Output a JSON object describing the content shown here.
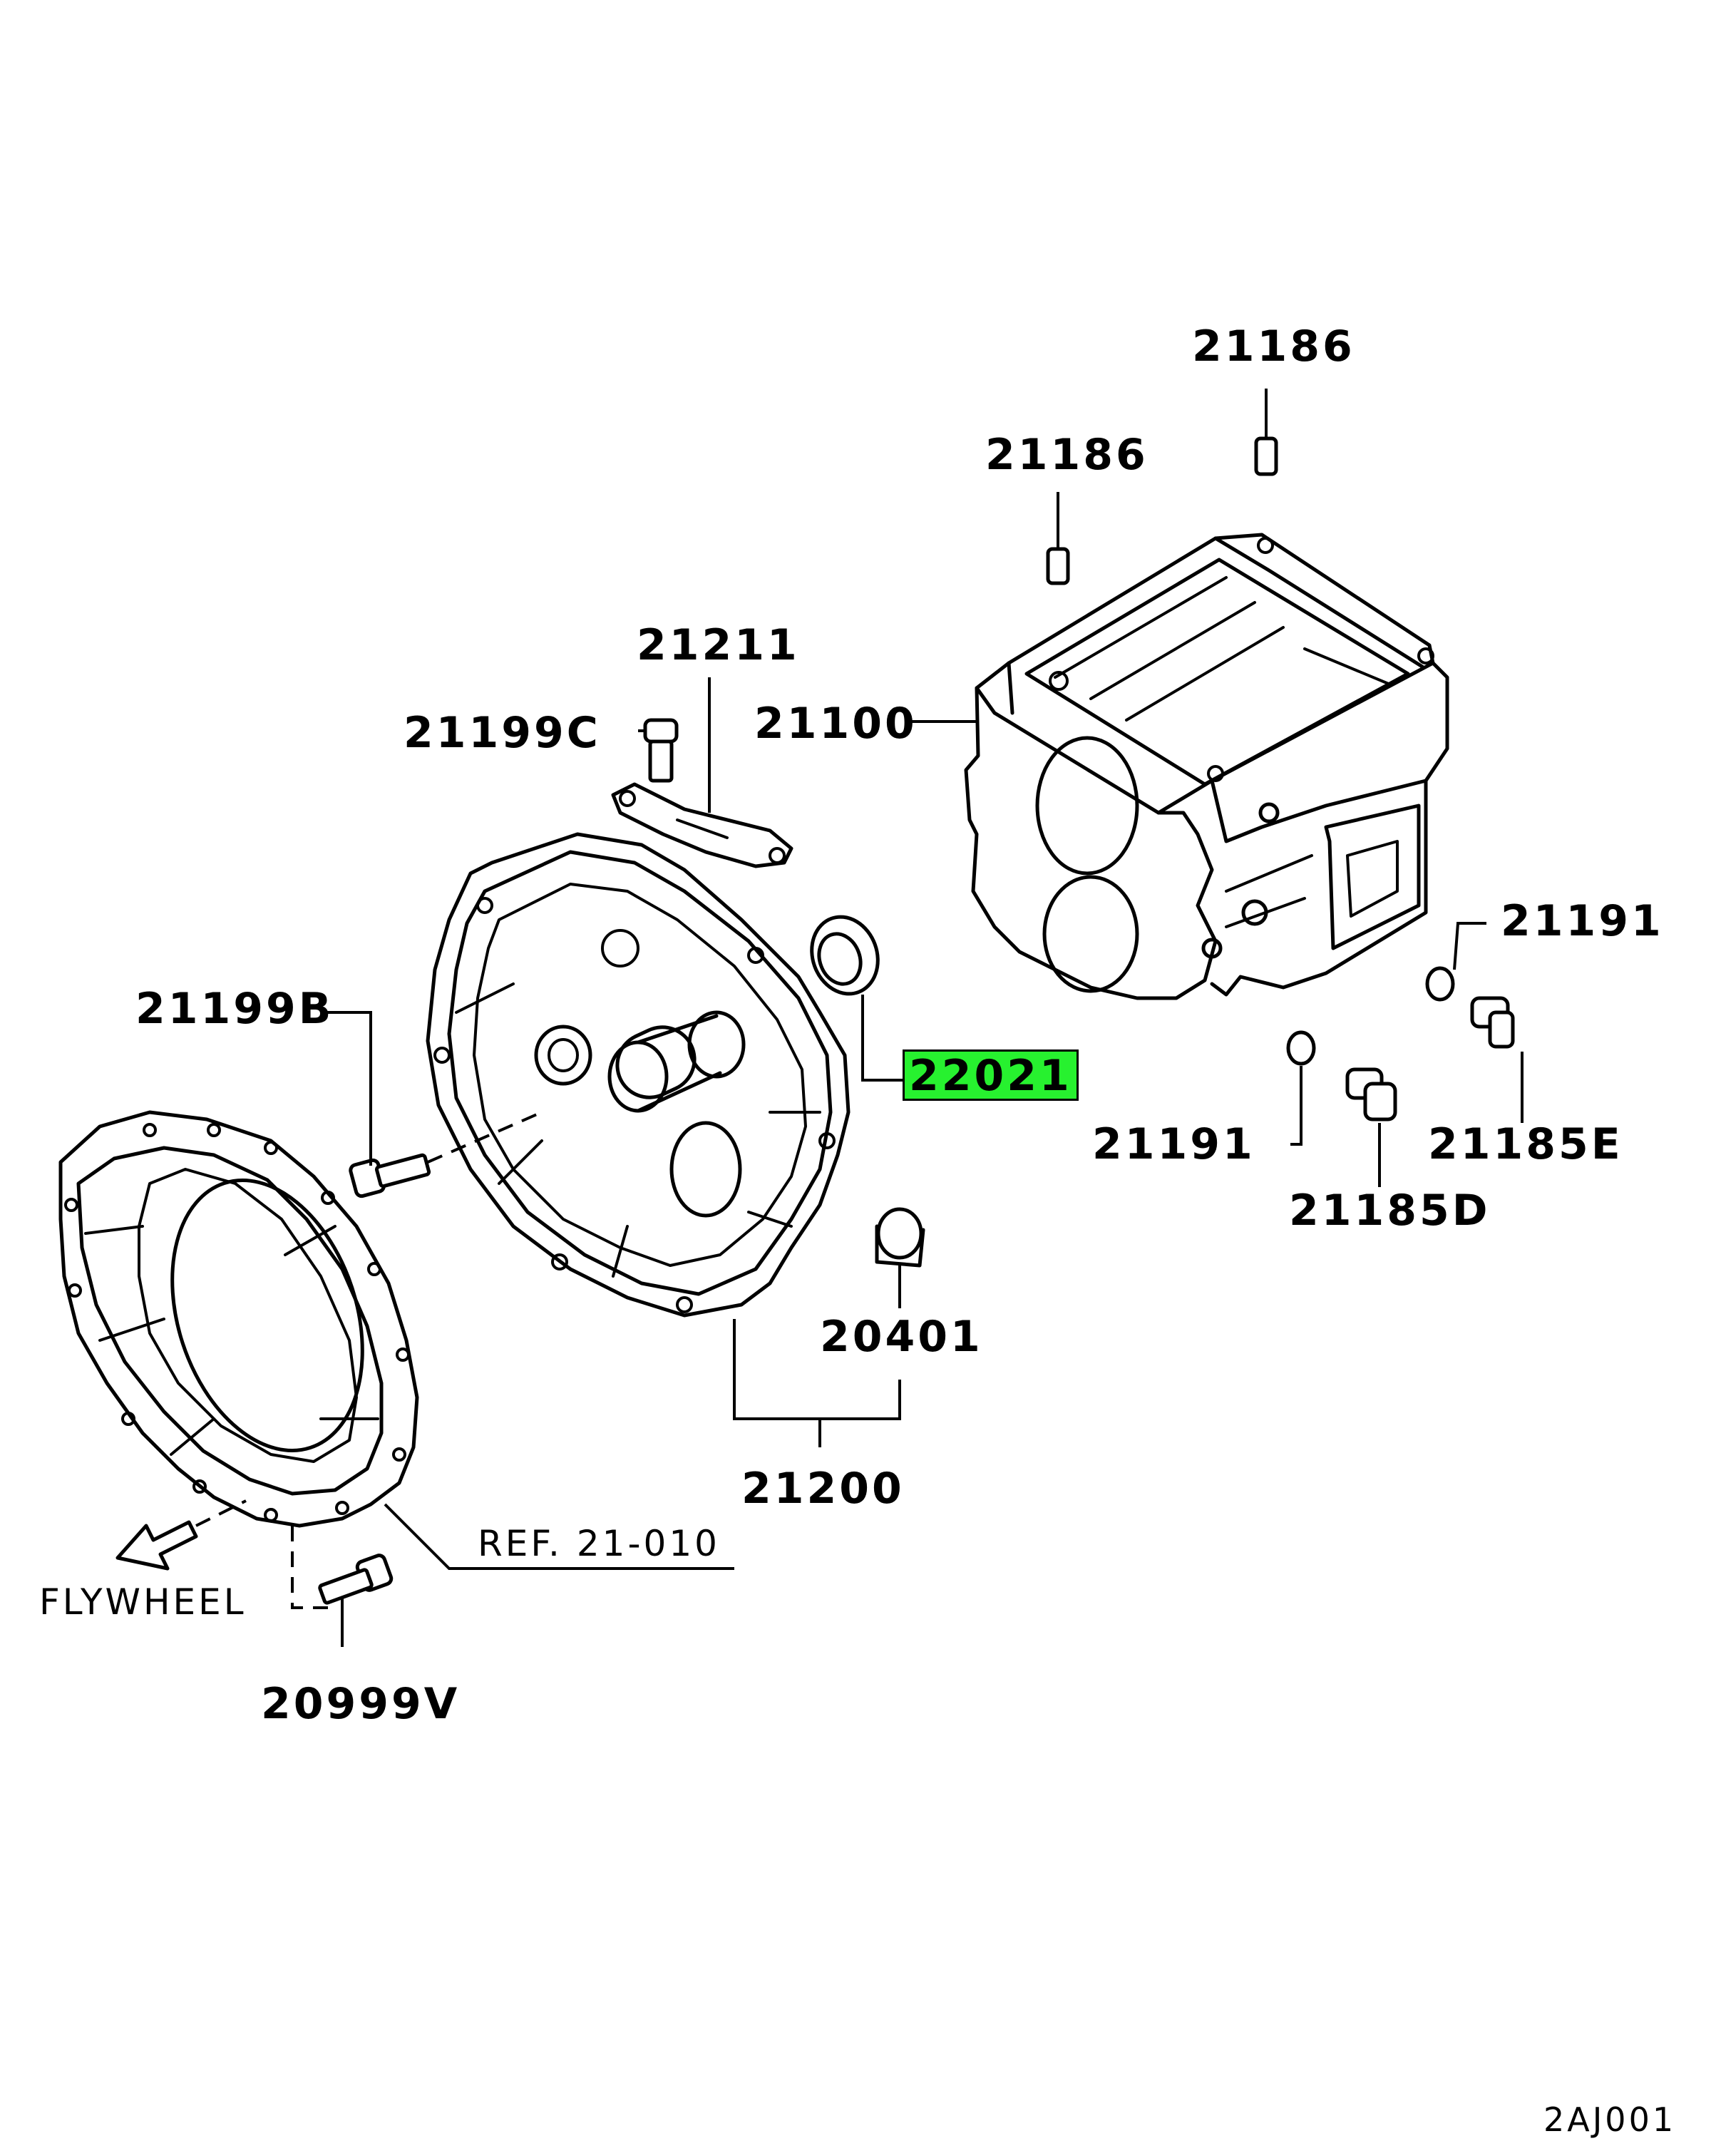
{
  "parts": {
    "p21186_top": "21186",
    "p21186_mid": "21186",
    "p21211": "21211",
    "p21199c": "21199C",
    "p21100": "21100",
    "p21191_right": "21191",
    "p21199b": "21199B",
    "p22021": "22021",
    "p21191_low": "21191",
    "p21185e": "21185E",
    "p21185d": "21185D",
    "p20401": "20401",
    "p21200": "21200",
    "p20999v": "20999V"
  },
  "annotations": {
    "ref": "REF. 21-010",
    "flywheel": "FLYWHEEL",
    "diagram_code": "2AJ001"
  },
  "colors": {
    "highlight": "#27f12f",
    "ink": "#000000",
    "paper": "#ffffff"
  },
  "highlighted_part": "22021"
}
